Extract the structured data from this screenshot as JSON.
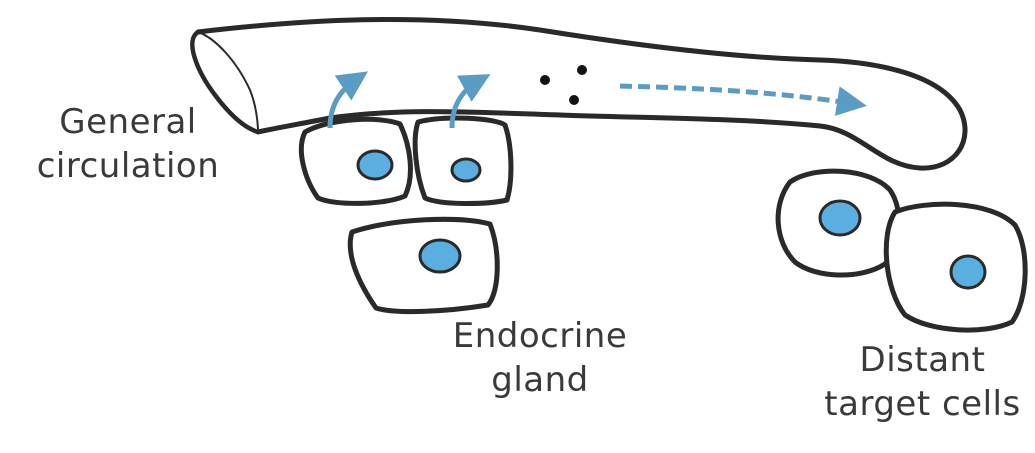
{
  "labels": {
    "circulation": [
      "General",
      "circulation"
    ],
    "gland": [
      "Endocrine",
      "gland"
    ],
    "target": [
      "Distant",
      "target cells"
    ]
  },
  "colors": {
    "outline": "#2a2a2a",
    "nucleus": "#5aaee0",
    "flow_arrow": "#5a9cc4",
    "text": "#3a3a3a"
  },
  "icons": {
    "secretion_arrow": "curved-arrow-up-icon",
    "hormone_particles": "dot-icon",
    "flow_arrow": "dashed-arrow-right-icon"
  }
}
